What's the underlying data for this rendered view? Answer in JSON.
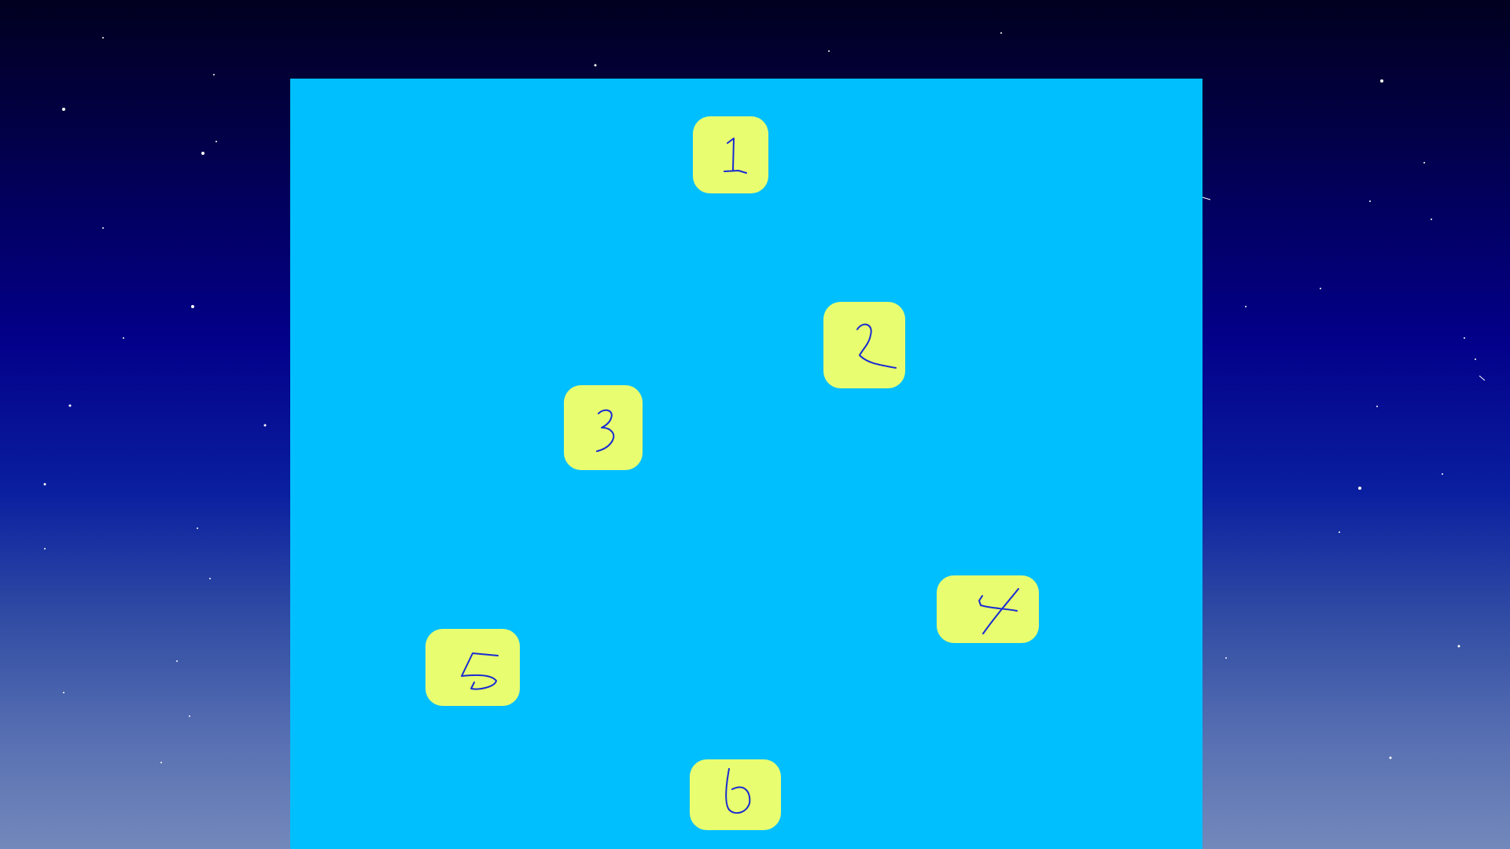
{
  "background": {
    "sky_top_color": "#01001f",
    "sky_bottom_color": "#7388bb",
    "star_color": "#ffffff"
  },
  "board": {
    "color": "#00bfff"
  },
  "tiles": [
    {
      "number": "1",
      "color": "#e8fd6f",
      "ink_color": "#1a2bd1"
    },
    {
      "number": "2",
      "color": "#e8fd6f",
      "ink_color": "#1a2bd1"
    },
    {
      "number": "3",
      "color": "#e8fd6f",
      "ink_color": "#1a2bd1"
    },
    {
      "number": "4",
      "color": "#e8fd6f",
      "ink_color": "#1a2bd1"
    },
    {
      "number": "5",
      "color": "#e8fd6f",
      "ink_color": "#1a2bd1"
    },
    {
      "number": "6",
      "color": "#e8fd6f",
      "ink_color": "#1a2bd1"
    }
  ]
}
